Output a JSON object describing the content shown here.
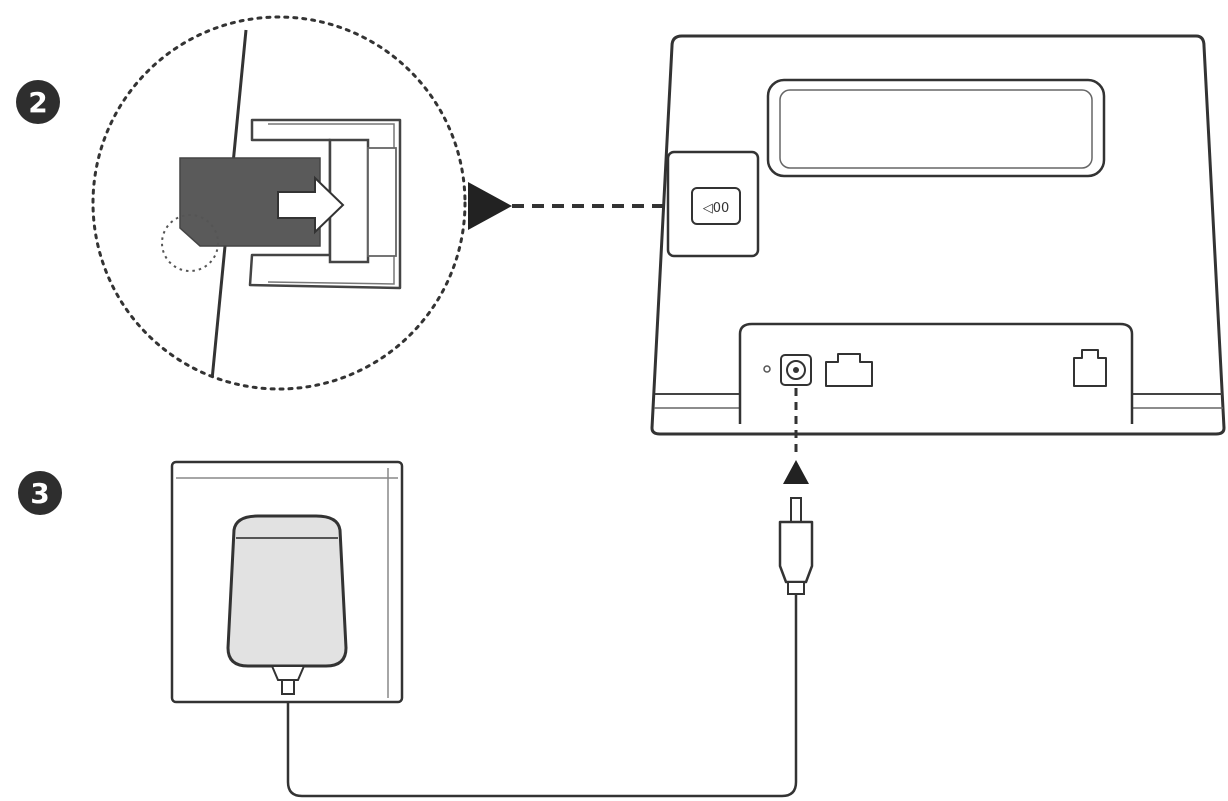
{
  "steps": [
    {
      "number": "2"
    },
    {
      "number": "3"
    }
  ],
  "sim_slot_marking": "◁00",
  "colors": {
    "line": "#333333",
    "sim_card": "#5a5a5a",
    "badge": "#2e2e2e",
    "adapter_fill": "#e2e2e2",
    "device_fill": "#ffffff",
    "panel_fill": "#f6f6f6"
  },
  "icons": {
    "sim_insert_arrow": "arrow-right-icon",
    "pointer_triangle": "triangle-right-icon",
    "power_up_arrow": "triangle-up-icon",
    "power_port": "dc-jack-icon",
    "lan_port": "ethernet-port-icon",
    "phone_port": "phone-port-icon"
  }
}
